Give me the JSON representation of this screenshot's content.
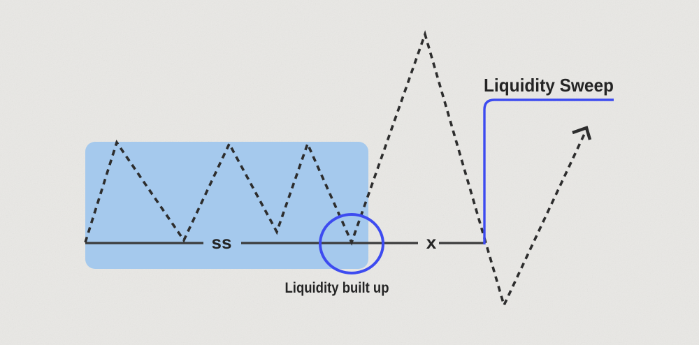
{
  "diagram": {
    "title": "Liquidity Sweep",
    "circle_caption": "Liquidity built up",
    "sell_side_label": "ss",
    "sweep_point_label": "x",
    "icons": {
      "trend_arrow": "arrow-up-right-icon"
    }
  },
  "colors": {
    "background": "#e9e8e5",
    "highlight_zone": "#a5c9ed",
    "accent_blue": "#3d4bf0",
    "dashed_path": "#2d2d2d",
    "support_line": "#3b3b3b",
    "text": "#242424"
  }
}
